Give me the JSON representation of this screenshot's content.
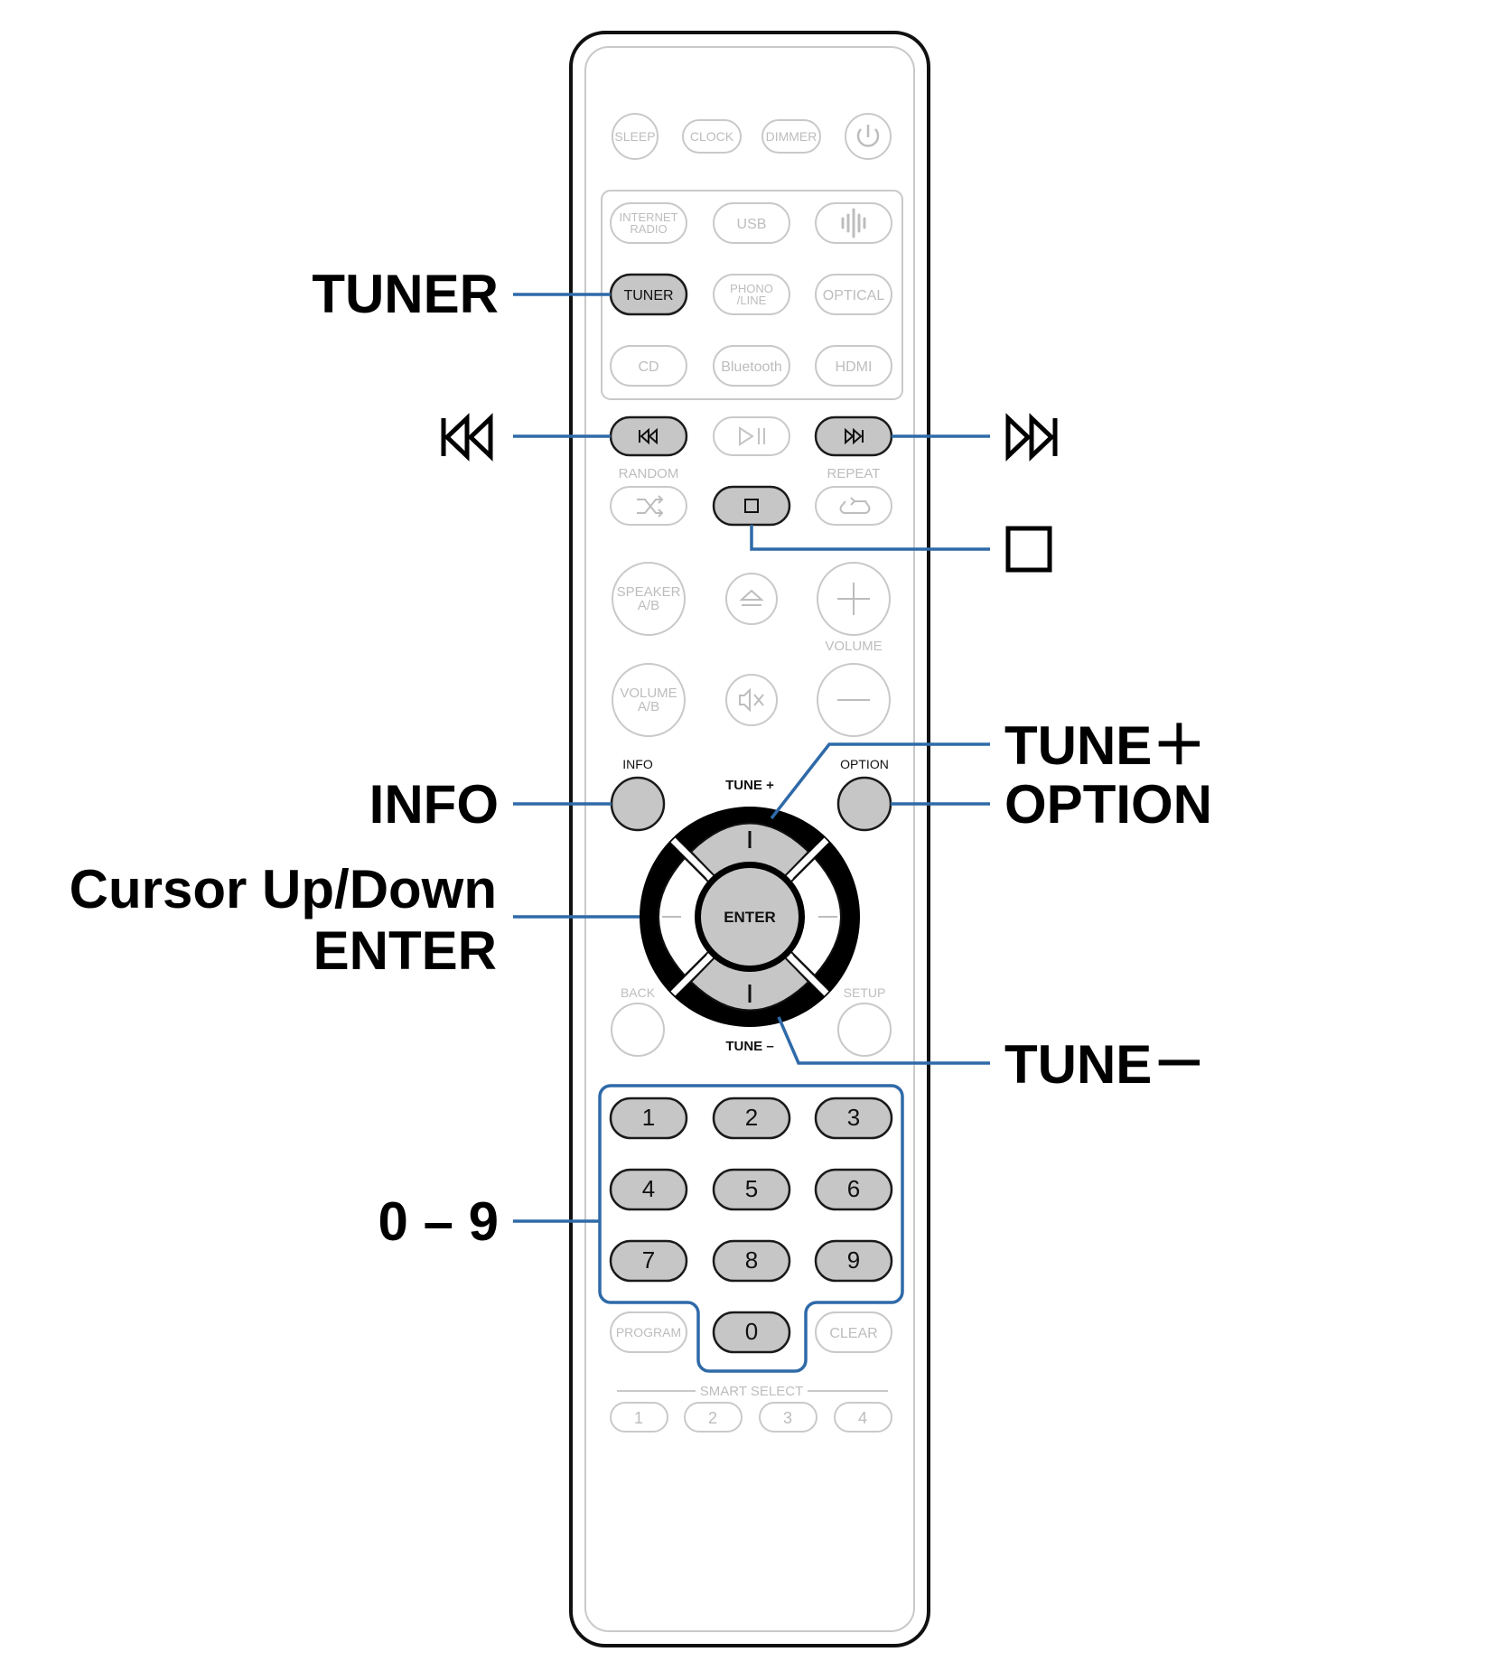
{
  "remote": {
    "top_row": [
      "SLEEP",
      "CLOCK",
      "DIMMER"
    ],
    "power_icon": "power-icon",
    "source_row1": [
      "INTERNET",
      "RADIO",
      "USB"
    ],
    "heos_icon": "heos-icon",
    "source_row2": [
      "TUNER",
      "PHONO",
      "/LINE",
      "OPTICAL"
    ],
    "source_row3": [
      "CD",
      "Bluetooth",
      "HDMI"
    ],
    "transport_icons": [
      "skip-back-icon",
      "play-pause-icon",
      "skip-forward-icon"
    ],
    "random_label": "RANDOM",
    "repeat_label": "REPEAT",
    "random_icon": "shuffle-icon",
    "stop_icon": "stop-icon",
    "repeat_icon": "repeat-icon",
    "speaker_ab": [
      "SPEAKER",
      "A/B"
    ],
    "eject_icon": "eject-icon",
    "volume_label": "VOLUME",
    "volume_ab": [
      "VOLUME",
      "A/B"
    ],
    "mute_icon": "mute-icon",
    "info_label": "INFO",
    "option_label": "OPTION",
    "tune_plus_label": "TUNE +",
    "tune_minus_label": "TUNE –",
    "enter_label": "ENTER",
    "back_label": "BACK",
    "setup_label": "SETUP",
    "number_keys": [
      "1",
      "2",
      "3",
      "4",
      "5",
      "6",
      "7",
      "8",
      "9",
      "0"
    ],
    "program_label": "PROGRAM",
    "clear_label": "CLEAR",
    "smart_select_label": "SMART SELECT",
    "smart_select_keys": [
      "1",
      "2",
      "3",
      "4"
    ]
  },
  "callouts": {
    "tuner": "TUNER",
    "skip_back_icon": "skip-back-icon",
    "skip_forward_icon": "skip-forward-icon",
    "stop_icon": "stop-icon",
    "tune_plus": "TUNE＋",
    "option": "OPTION",
    "info": "INFO",
    "cursor_line1": "Cursor Up/Down",
    "cursor_line2": "ENTER",
    "tune_minus": "TUNE－",
    "numbers": "0 – 9"
  },
  "colors": {
    "leader": "#2f6aa8",
    "highlight_button": "#c6c6c6",
    "inactive_outline": "#c9c9c9"
  }
}
